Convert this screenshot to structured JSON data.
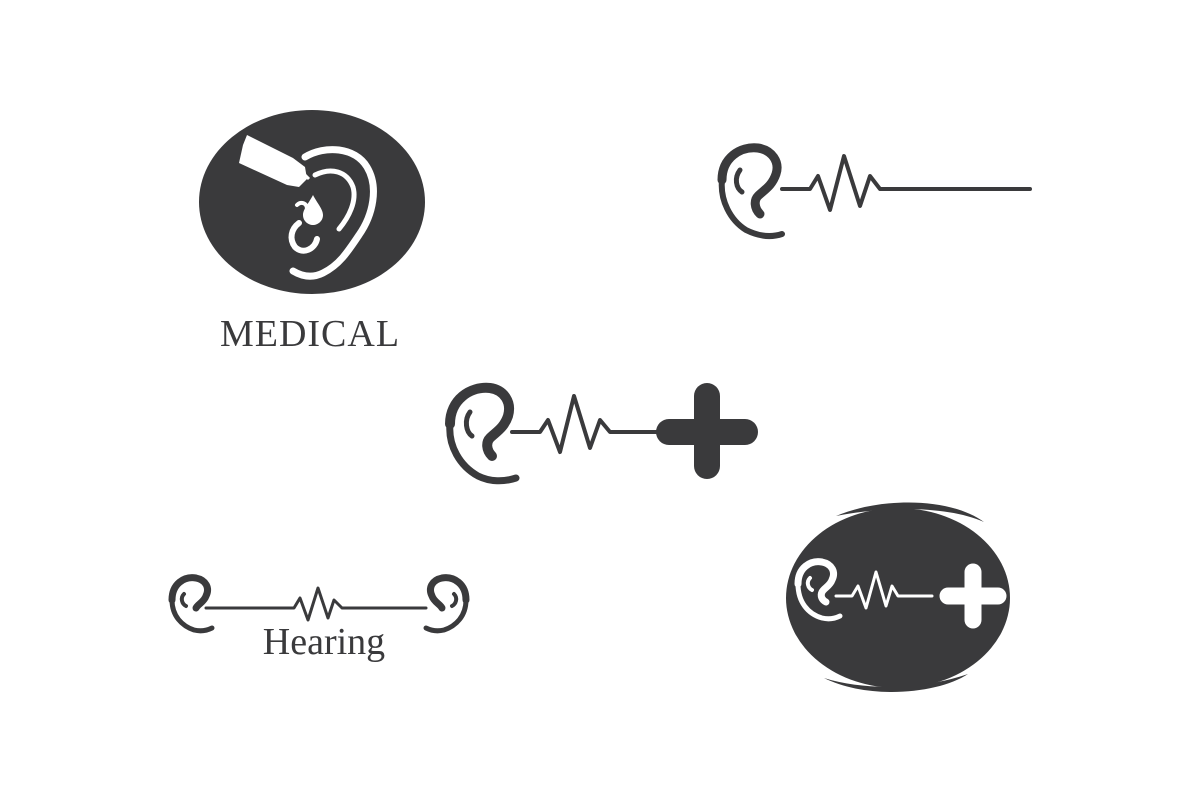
{
  "colors": {
    "mark": "#3a3a3c",
    "background": "#ffffff",
    "knockout": "#ffffff"
  },
  "logos": [
    {
      "name": "ear-drops-medical-logo",
      "icons": [
        "ear-icon",
        "dropper-bottle-icon",
        "water-drop-icon"
      ],
      "caption": "MEDICAL"
    },
    {
      "name": "ear-wave-line-logo",
      "icons": [
        "ear-icon",
        "heartbeat-wave-icon"
      ]
    },
    {
      "name": "ear-wave-plus-logo",
      "icons": [
        "ear-icon",
        "heartbeat-wave-icon",
        "plus-cross-icon"
      ]
    },
    {
      "name": "ears-hearing-logo",
      "icons": [
        "ear-icon",
        "heartbeat-wave-icon",
        "ear-icon"
      ],
      "caption": "Hearing"
    },
    {
      "name": "ear-wave-plus-badge-logo",
      "icons": [
        "ear-icon",
        "heartbeat-wave-icon",
        "plus-cross-icon"
      ]
    }
  ]
}
